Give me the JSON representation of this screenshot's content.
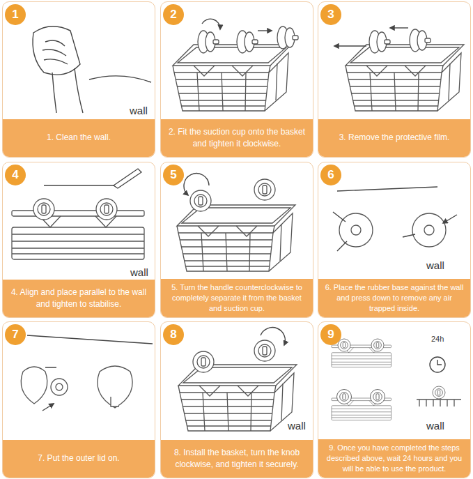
{
  "diagram": {
    "nodes": [
      {
        "text": [
          "1",
          "1. Clean the wall."
        ]
      },
      {
        "text": [
          "2",
          "2. Fit the suction cup onto the basket and tighten it clockwise."
        ]
      },
      {
        "text": [
          "3",
          "3. Remove the protective film."
        ]
      },
      {
        "text": [
          "4",
          "4. Align and place parallel to the wall and tighten to stabilise."
        ]
      },
      {
        "text": [
          "5",
          "5. Turn the handle counterclockwise to completely separate it from the basket and suction cup."
        ]
      },
      {
        "text": [
          "6",
          "6. Place the rubber base against the wall and press down to remove any air trapped inside."
        ]
      },
      {
        "text": [
          "7",
          "7. Put the outer lid on."
        ]
      },
      {
        "text": [
          "8",
          "8. Install the basket, turn the knob clockwise, and tighten it securely."
        ]
      },
      {
        "text": [
          "9",
          "9. Once you have completed the steps described above, wait 24 hours and you will be able to use the product."
        ]
      }
    ],
    "labels": [
      "wall",
      "wall",
      "wall",
      "wall",
      "24h",
      "wall"
    ]
  }
}
